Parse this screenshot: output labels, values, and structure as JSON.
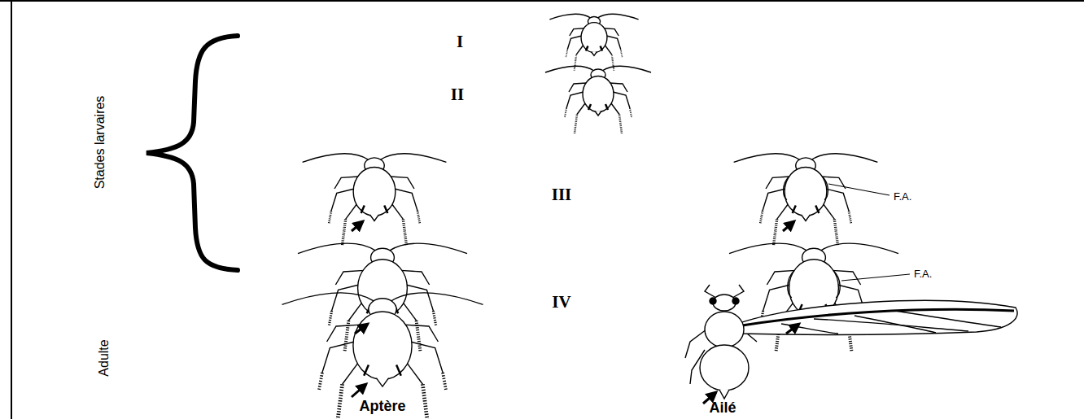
{
  "diagram": {
    "labels": [
      "Stades larvaires",
      "I",
      "II",
      "III",
      "IV",
      "F.A.",
      "F.A.",
      "Adulte",
      "Aptère",
      "Ailé"
    ]
  }
}
